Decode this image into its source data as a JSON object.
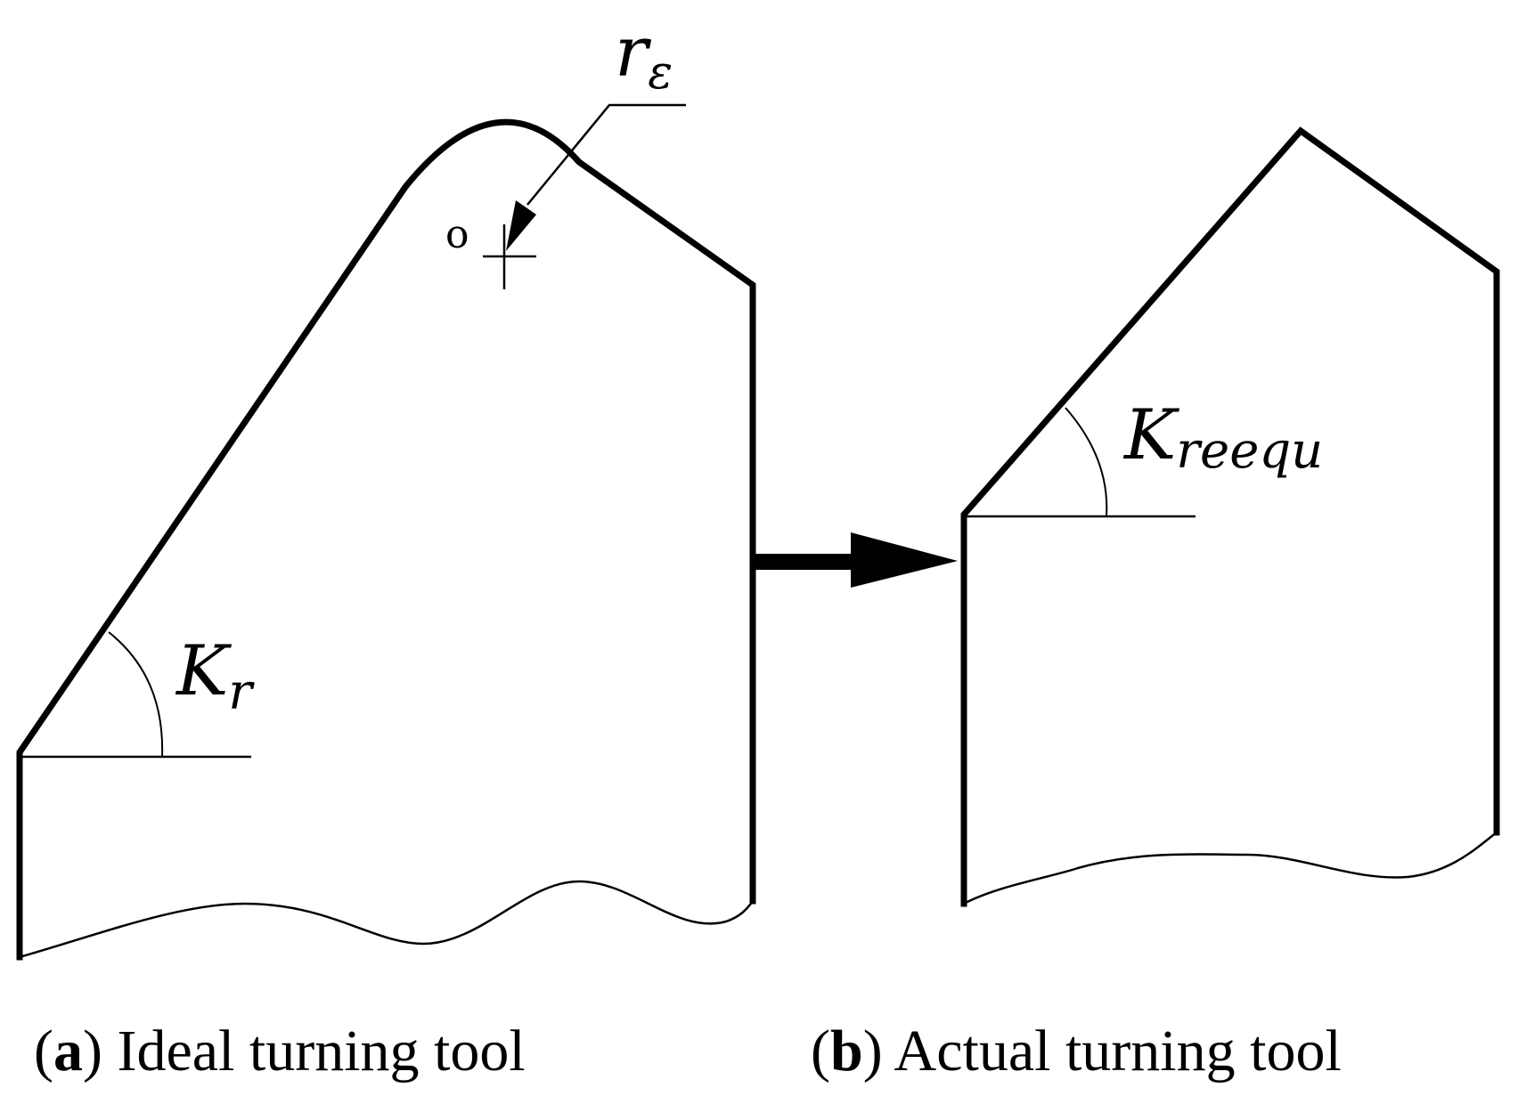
{
  "labels": {
    "r_epsilon_main": "r",
    "r_epsilon_sub": "ε",
    "center_point": "o",
    "kr_main": "K",
    "kr_sub": "r",
    "kreequ_main": "K",
    "kreequ_sub": "reequ"
  },
  "captions": {
    "a": {
      "open": "(",
      "letter": "a",
      "close": ")",
      "text": " Ideal turning tool"
    },
    "b": {
      "open": "(",
      "letter": "b",
      "close": ")",
      "text": " Actual turning tool"
    }
  }
}
